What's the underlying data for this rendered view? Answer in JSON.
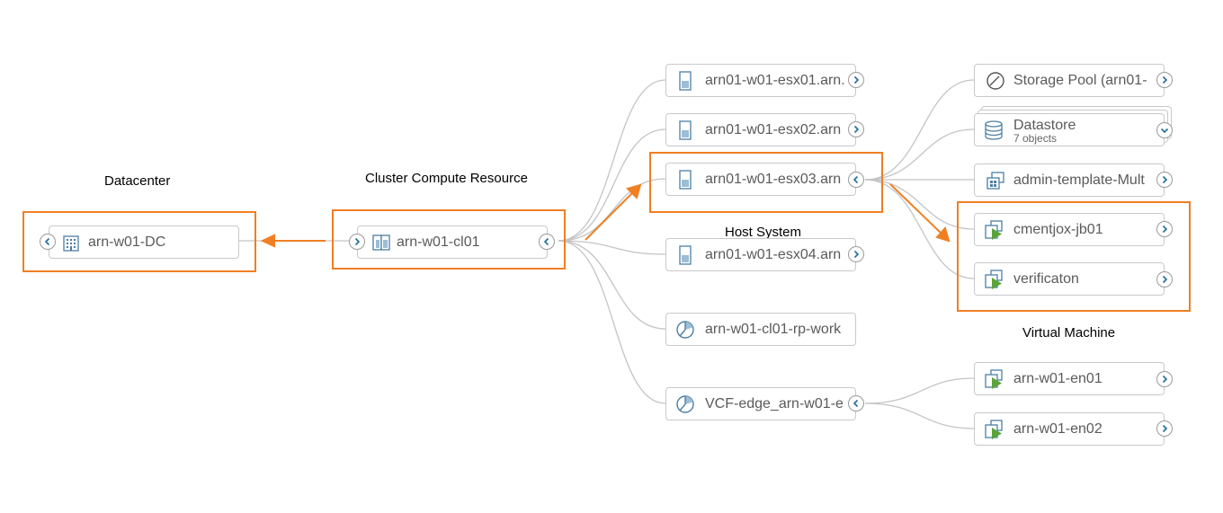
{
  "groups": {
    "datacenter": "Datacenter",
    "cluster": "Cluster Compute Resource",
    "host": "Host System",
    "vm": "Virtual Machine"
  },
  "nodes": {
    "dc": "arn-w01-DC",
    "cl": "arn-w01-cl01",
    "esx01": "arn01-w01-esx01.arn.",
    "esx02": "arn01-w01-esx02.arn",
    "esx03": "arn01-w01-esx03.arn",
    "esx04": "arn01-w01-esx04.arn",
    "rp": "arn-w01-cl01-rp-work",
    "vcf": "VCF-edge_arn-w01-e",
    "storage": "Storage Pool (arn01-",
    "datastore": "Datastore",
    "datastore_sub": "7 objects",
    "admin": "admin-template-Mult",
    "cment": "cmentjox-jb01",
    "verif": "verificaton",
    "en01": "arn-w01-en01",
    "en02": "arn-w01-en02"
  },
  "colors": {
    "highlight": "#f07f23",
    "link": "#c4c4c4",
    "icon_blue": "#4a7fa5",
    "vm_play": "#5aa43b",
    "chevron": "#1f6e9c"
  },
  "icons": {
    "datacenter": "building-icon",
    "cluster": "cluster-icon",
    "host": "server-icon",
    "resource_pool": "pie-icon",
    "storage_pool": "gauge-icon",
    "datastore": "database-icon",
    "vm": "vm-icon"
  }
}
